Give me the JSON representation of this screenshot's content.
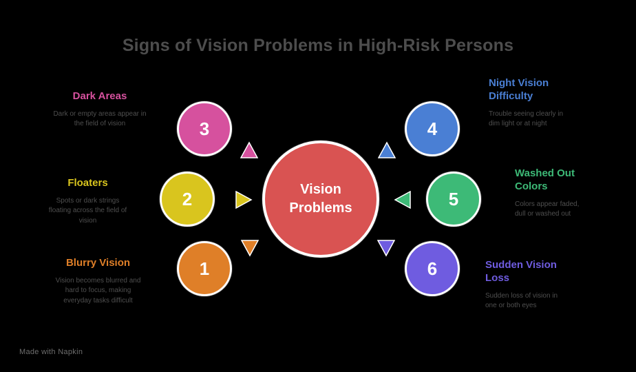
{
  "title": "Signs of Vision Problems in High-Risk Persons",
  "center": {
    "label": "Vision Problems",
    "color": "#d95352"
  },
  "watermark": "Made with Napkin",
  "items": [
    {
      "num": "1",
      "heading": "Blurry Vision",
      "color": "#df7f28",
      "desc": "Vision becomes blurred and hard to focus, making everyday tasks difficult"
    },
    {
      "num": "2",
      "heading": "Floaters",
      "color": "#d9c51e",
      "desc": "Spots or dark strings floating across the field of vision"
    },
    {
      "num": "3",
      "heading": "Dark Areas",
      "color": "#d6519e",
      "desc": "Dark or empty areas appear in the field of vision"
    },
    {
      "num": "4",
      "heading": "Night Vision Difficulty",
      "color": "#4a7fd4",
      "desc": "Trouble seeing clearly in dim light or at night"
    },
    {
      "num": "5",
      "heading": "Washed Out Colors",
      "color": "#3dba77",
      "desc": "Colors appear faded, dull or washed out"
    },
    {
      "num": "6",
      "heading": "Sudden Vision Loss",
      "color": "#6f5ce0",
      "desc": "Sudden loss of vision in one or both eyes"
    }
  ]
}
